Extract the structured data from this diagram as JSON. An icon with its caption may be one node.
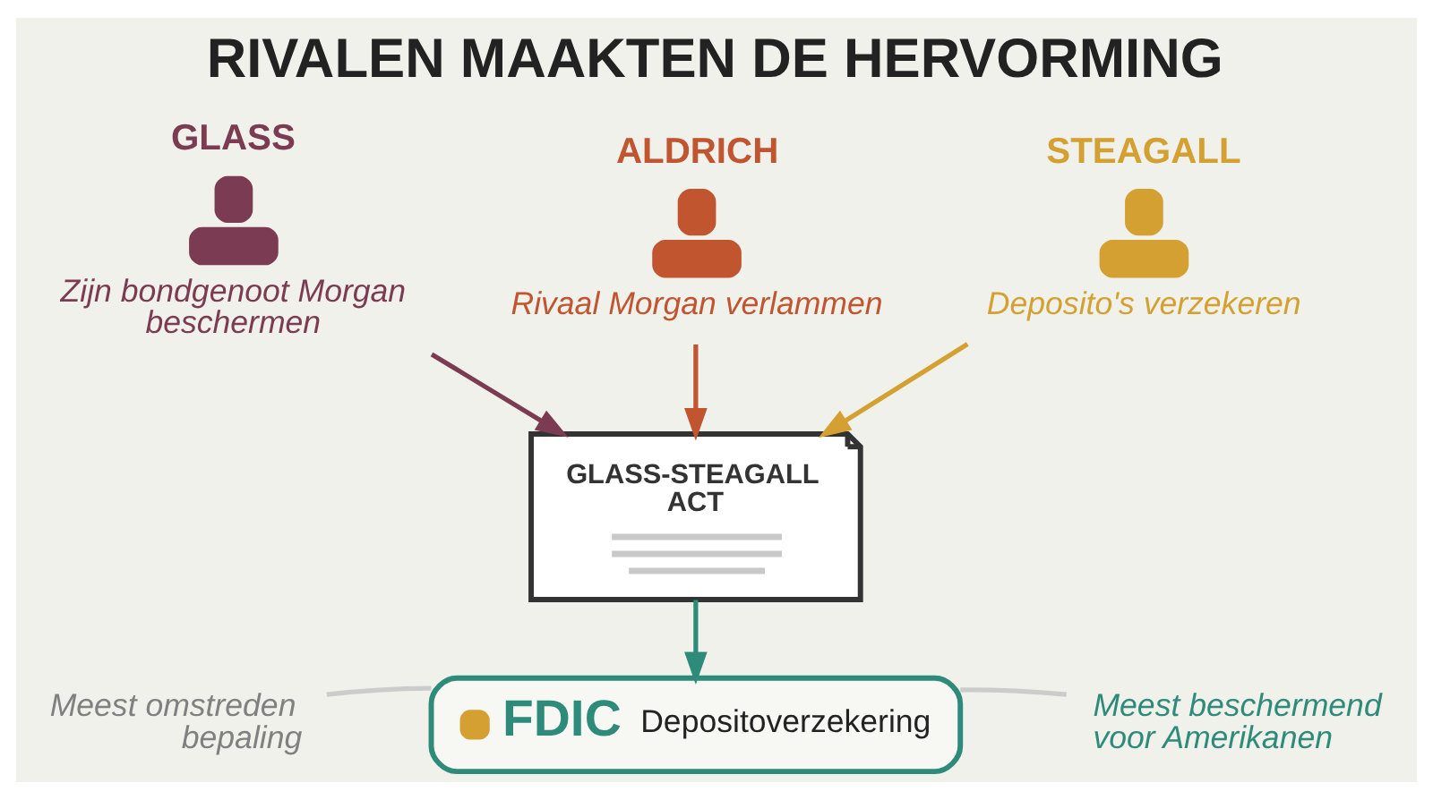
{
  "diagram": {
    "title": "RIVALEN MAAKTEN DE HERVORMING",
    "nodes": [
      {
        "text": [
          "GLASS",
          "Zijn bondgenoot Morgan beschermen"
        ]
      },
      {
        "text": [
          "ALDRICH",
          "Rivaal Morgan verlammen"
        ]
      },
      {
        "text": [
          "STEAGALL",
          "Deposito's verzekeren"
        ]
      },
      {
        "text": [
          "GLASS-STEAGALL ACT"
        ]
      },
      {
        "text": [
          "FDIC",
          "Depositoverzekering"
        ]
      },
      {
        "text": [
          "Meest omstreden bepaling"
        ]
      },
      {
        "text": [
          "Meest beschermend voor Amerikanen"
        ]
      }
    ],
    "edges": [
      {
        "from": 0,
        "to": 3,
        "arrow": "to",
        "color": "#7b3b52"
      },
      {
        "from": 1,
        "to": 3,
        "arrow": "to",
        "color": "#c05530"
      },
      {
        "from": 2,
        "to": 3,
        "arrow": "to",
        "color": "#d4a032"
      },
      {
        "from": 3,
        "to": 4,
        "arrow": "to",
        "color": "#2e8b7a"
      },
      {
        "from": 5,
        "to": 4,
        "arrow": "none",
        "color": "#cccccc"
      },
      {
        "from": 6,
        "to": 4,
        "arrow": "none",
        "color": "#cccccc"
      }
    ]
  }
}
